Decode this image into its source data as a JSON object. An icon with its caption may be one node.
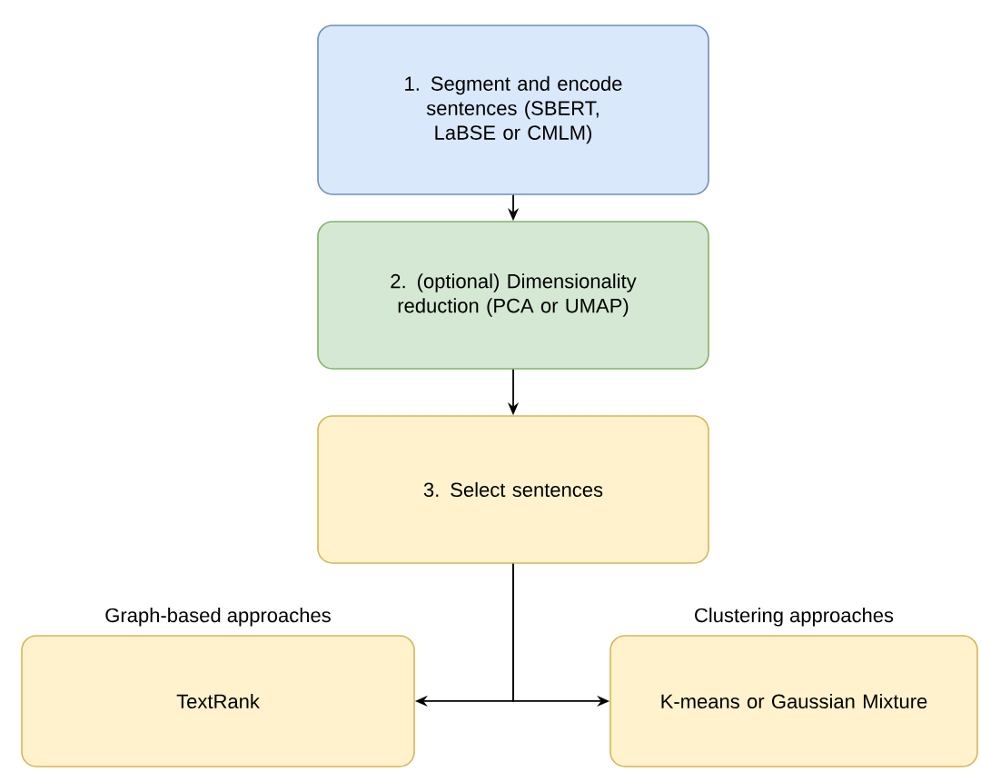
{
  "diagram": {
    "nodes": [
      {
        "text": [
          "1. Segment and encode sentences (SBERT, LaBSE or CMLM)"
        ]
      },
      {
        "text": [
          "2. (optional) Dimensionality reduction (PCA or UMAP)"
        ]
      },
      {
        "text": [
          "3. Select sentences"
        ]
      },
      {
        "text": [
          "Graph-based approaches",
          "TextRank"
        ]
      },
      {
        "text": [
          "Clustering approaches",
          "K-means or Gaussian Mixture"
        ]
      }
    ],
    "edges": [
      {
        "from": 0,
        "to": 1,
        "arrow": "to"
      },
      {
        "from": 1,
        "to": 2,
        "arrow": "to"
      },
      {
        "from": 2,
        "to": 3,
        "arrow": "to"
      },
      {
        "from": 2,
        "to": 4,
        "arrow": "to"
      }
    ]
  }
}
